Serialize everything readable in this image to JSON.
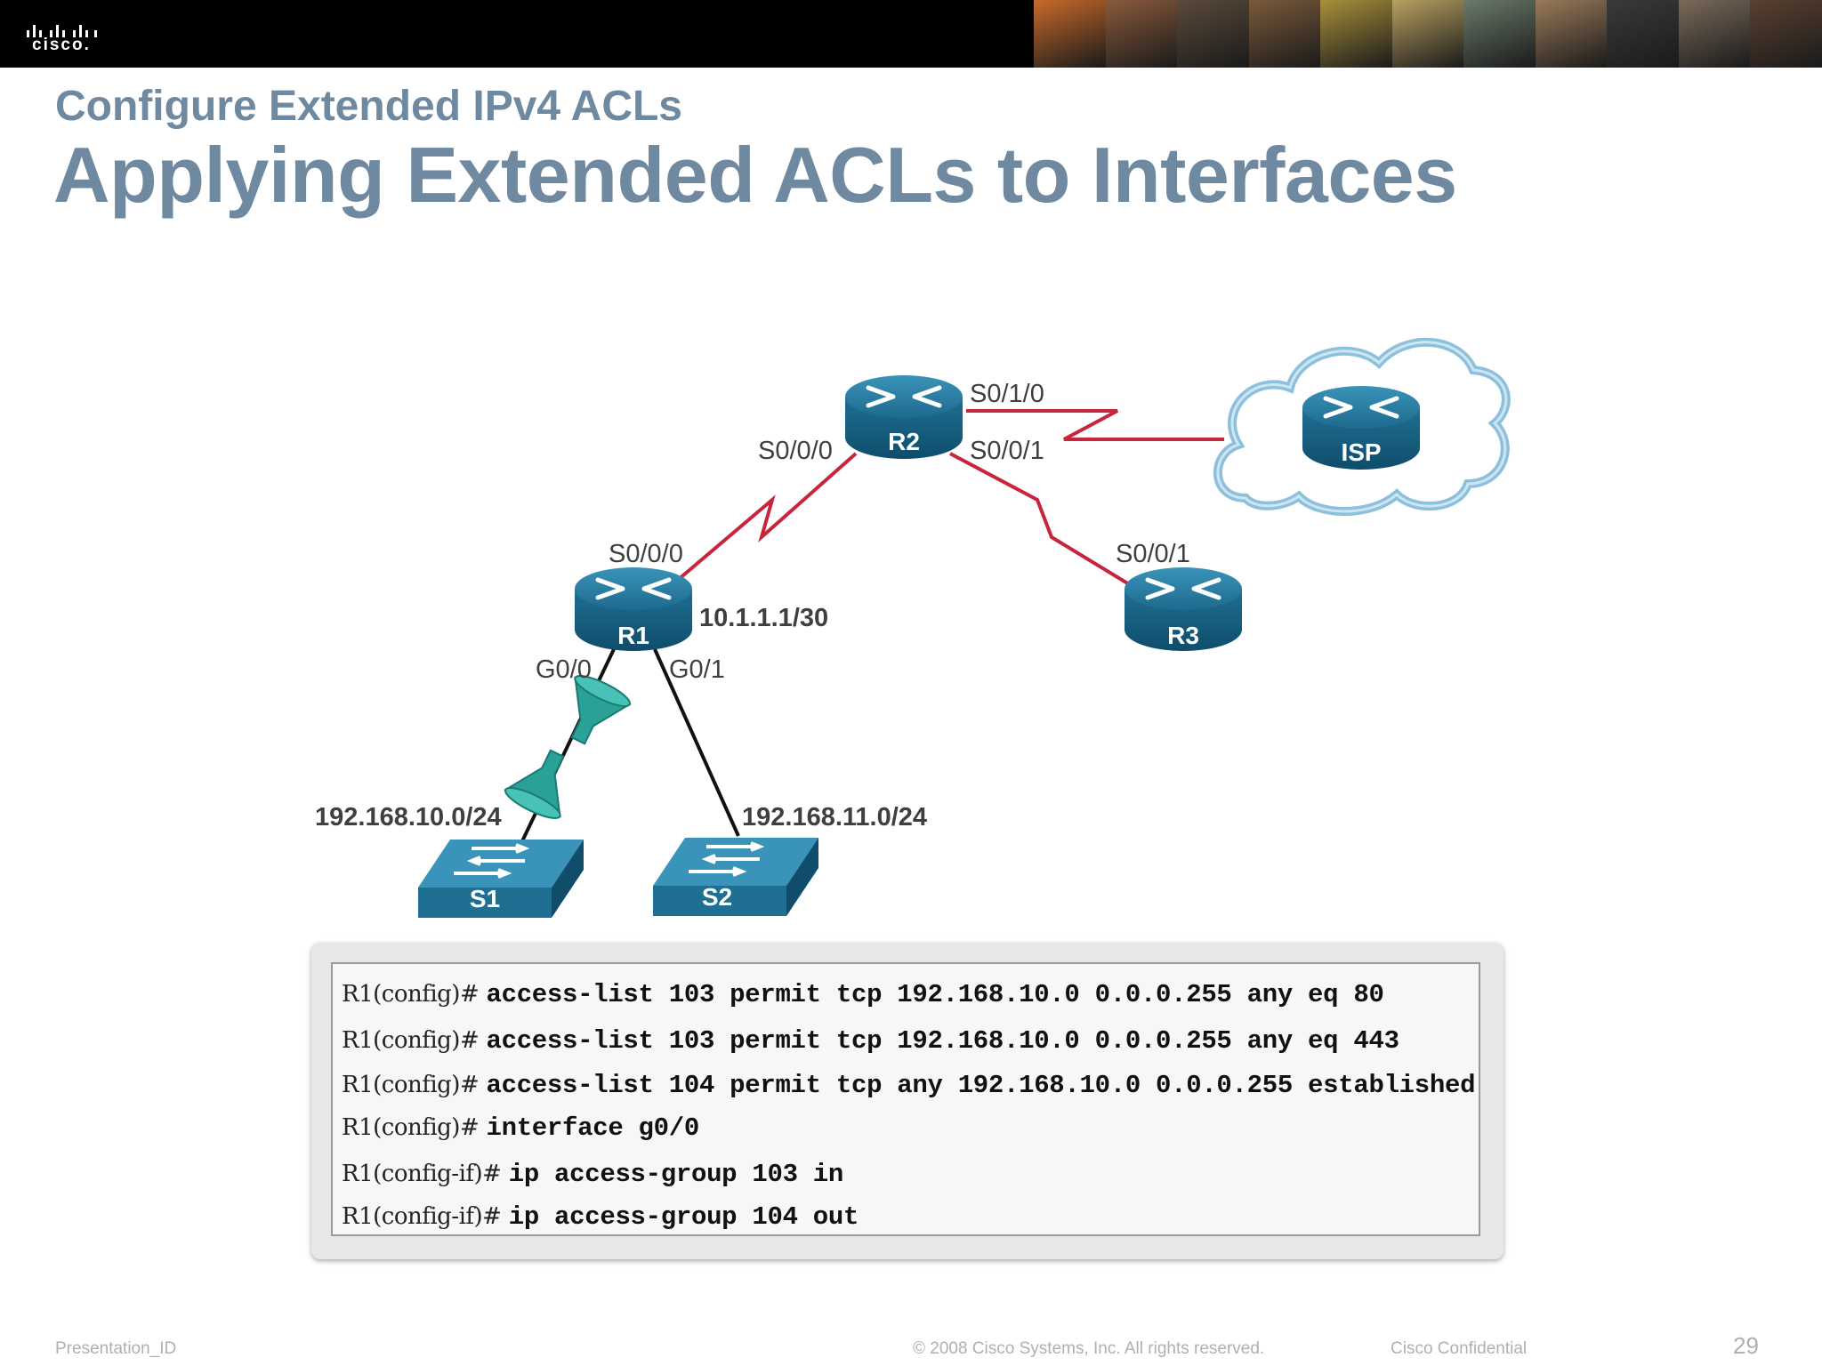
{
  "header": {
    "logo_text": "cisco.",
    "photo_colors": [
      "#c86a2a",
      "#8a5a3c",
      "#5a4a3a",
      "#7a5a3a",
      "#a8903a",
      "#b8a060",
      "#6a7a6a",
      "#9a7a5a",
      "#3a3a3a",
      "#7a6a5a",
      "#5a4030"
    ]
  },
  "slide": {
    "subtitle": "Configure Extended IPv4 ACLs",
    "title": "Applying Extended ACLs to Interfaces"
  },
  "diagram": {
    "devices": {
      "r1": "R1",
      "r2": "R2",
      "r3": "R3",
      "isp": "ISP",
      "s1": "S1",
      "s2": "S2"
    },
    "labels": {
      "r2_s010": "S0/1/0",
      "r2_s000": "S0/0/0",
      "r2_s001": "S0/0/1",
      "r1_s000": "S0/0/0",
      "r1_ip": "10.1.1.1/30",
      "r3_s001": "S0/0/1",
      "r1_g00": "G0/0",
      "r1_g01": "G0/1",
      "net_s1": "192.168.10.0/24",
      "net_s2": "192.168.11.0/24"
    },
    "colors": {
      "serial_link": "#c8243c",
      "device": "#1f6f93",
      "filter": "#2aa197"
    }
  },
  "cli": {
    "lines": [
      {
        "prompt": "R1(config)#",
        "cmd": "access-list 103 permit tcp 192.168.10.0 0.0.0.255 any eq 80"
      },
      {
        "prompt": "R1(config)#",
        "cmd": "access-list 103 permit tcp 192.168.10.0 0.0.0.255 any eq 443"
      },
      {
        "prompt": "R1(config)#",
        "cmd": "access-list 104 permit tcp any 192.168.10.0 0.0.0.255 established"
      },
      {
        "prompt": "R1(config)#",
        "cmd": "interface g0/0"
      },
      {
        "prompt": "R1(config-if)#",
        "cmd": "ip access-group 103 in"
      },
      {
        "prompt": "R1(config-if)#",
        "cmd": "ip access-group 104 out"
      }
    ]
  },
  "footer": {
    "presentation_id": "Presentation_ID",
    "copyright": "© 2008 Cisco Systems, Inc. All rights reserved.",
    "confidential": "Cisco Confidential",
    "page": "29"
  }
}
